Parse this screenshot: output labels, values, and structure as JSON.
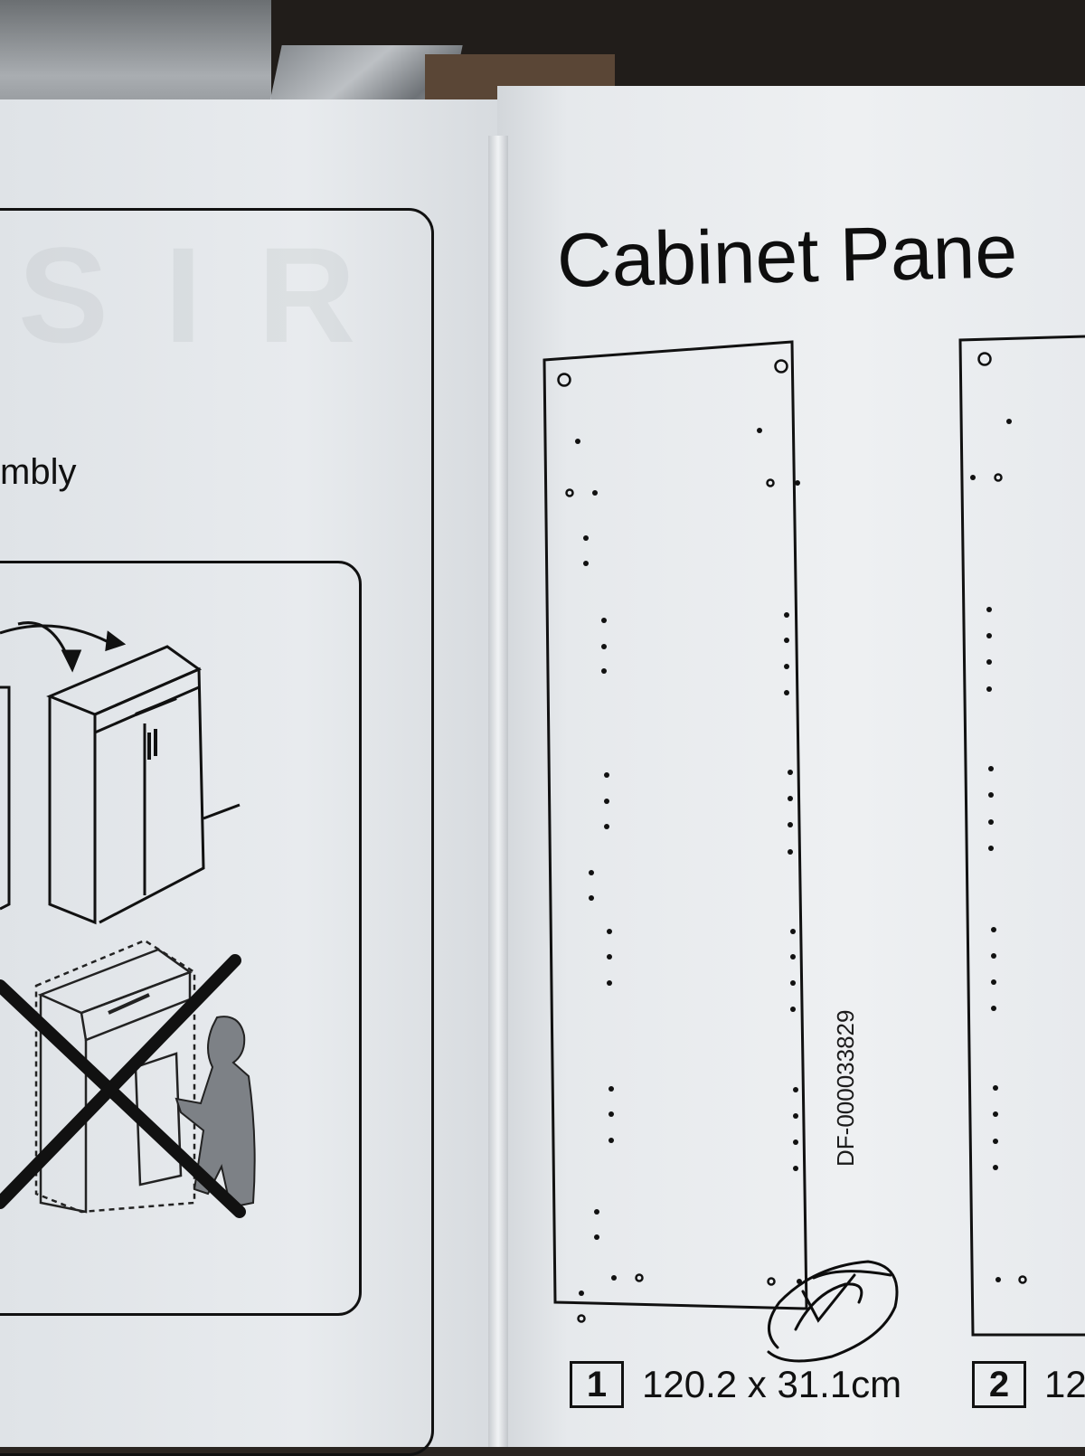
{
  "left_page": {
    "caption": "mbly"
  },
  "right_page": {
    "title": "Cabinet Pane",
    "serial": "DF-000033829",
    "parts": [
      {
        "number": "1",
        "dimensions": "120.2 x 31.1cm"
      },
      {
        "number": "2",
        "dimensions": "12"
      }
    ]
  }
}
